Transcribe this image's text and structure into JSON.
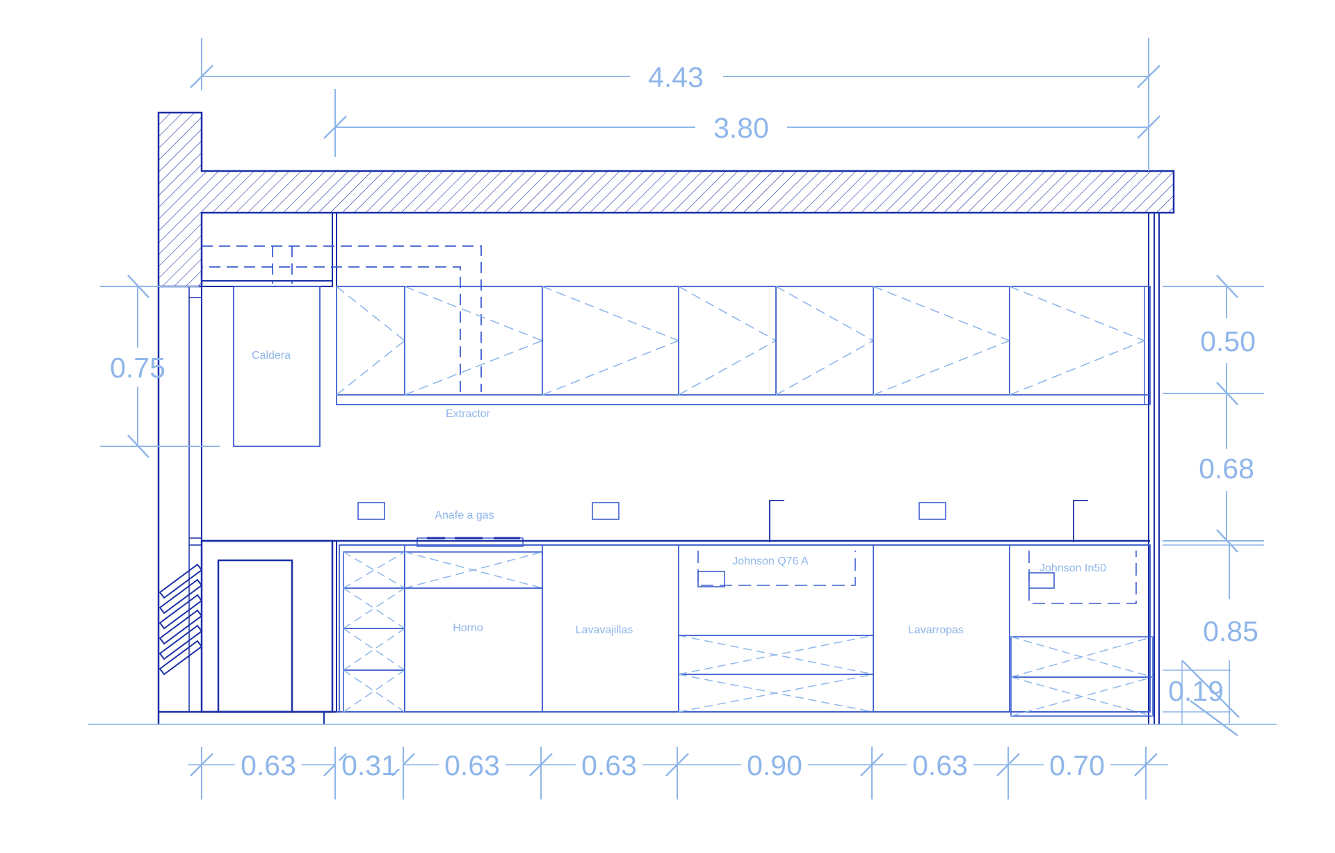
{
  "colors": {
    "structure": "#1a2fa6",
    "cabinet": "#3d5fcf",
    "light": "#8fb6ea",
    "background": "#ffffff"
  },
  "dimensions": {
    "overall": "4.43",
    "inner": "3.80",
    "left_upper": "0.75",
    "right_upper": "0.50",
    "right_middle": "0.68",
    "right_lower": "0.85",
    "right_plinth": "0.19",
    "bottom": [
      "0.63",
      "0.31",
      "0.63",
      "0.63",
      "0.90",
      "0.63",
      "0.70"
    ]
  },
  "labels": {
    "boiler": "Caldera",
    "extractor": "Extractor",
    "cooktop": "Anafe a gas",
    "oven": "Horno",
    "dishwasher": "Lavavajillas",
    "sink_1": "Johnson Q76 A",
    "washer": "Lavarropas",
    "sink_2": "Johnson In50"
  }
}
